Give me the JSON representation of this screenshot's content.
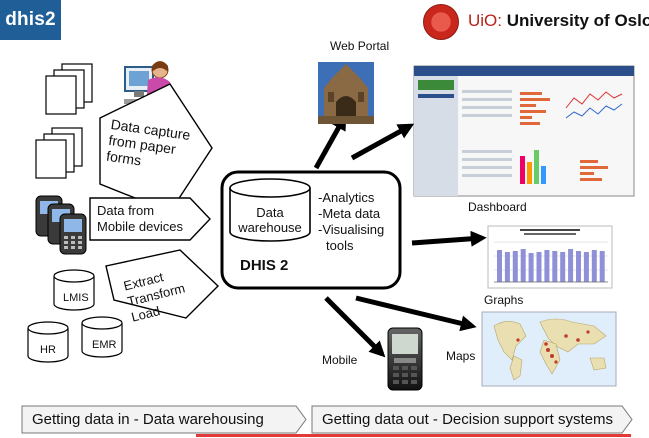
{
  "header": {
    "logo": "dhis2",
    "university_prefix": "UiO",
    "university_name": "University of Oslo"
  },
  "inputs": {
    "paper": [
      "Data  capture",
      "from paper",
      "forms"
    ],
    "mobile": [
      "Data  from",
      "Mobile devices"
    ],
    "etl": [
      "Extract",
      "Transform",
      "Load"
    ],
    "systems": [
      "LMIS",
      "HR",
      "EMR"
    ]
  },
  "center": {
    "db_label": [
      "Data",
      "warehouse"
    ],
    "features": [
      "-Analytics",
      "-Meta data",
      "-Visualising",
      "tools"
    ],
    "name": "DHIS 2"
  },
  "outputs": {
    "web_portal": "Web Portal",
    "dashboard": "Dashboard",
    "graphs": "Graphs",
    "mobile": "Mobile",
    "maps": "Maps"
  },
  "footer": {
    "left": "Getting data in - Data warehousing",
    "right": "Getting data out - Decision support systems"
  },
  "colors": {
    "logo_bg": "#1f5e97",
    "accent_red": "#e23a3a",
    "footer_bg": "#f3f3f3"
  }
}
